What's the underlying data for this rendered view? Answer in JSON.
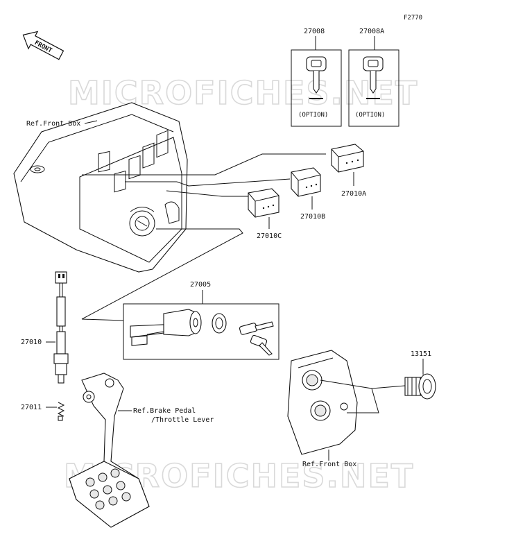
{
  "figure_code": "F2770",
  "front_badge": "FRONT",
  "watermark": "MICROFICHES.NET",
  "part_labels": {
    "p27008": "27008",
    "p27008A": "27008A",
    "p27010A": "27010A",
    "p27010B": "27010B",
    "p27010C": "27010C",
    "p27005": "27005",
    "p27010": "27010",
    "p27011": "27011",
    "p13151": "13151"
  },
  "option_label": "(OPTION)",
  "ref_labels": {
    "front_box_top": "Ref.Front Box",
    "front_box_bottom": "Ref.Front Box",
    "brake_pedal_line1": "Ref.Brake Pedal",
    "brake_pedal_line2": "/Throttle Lever"
  }
}
